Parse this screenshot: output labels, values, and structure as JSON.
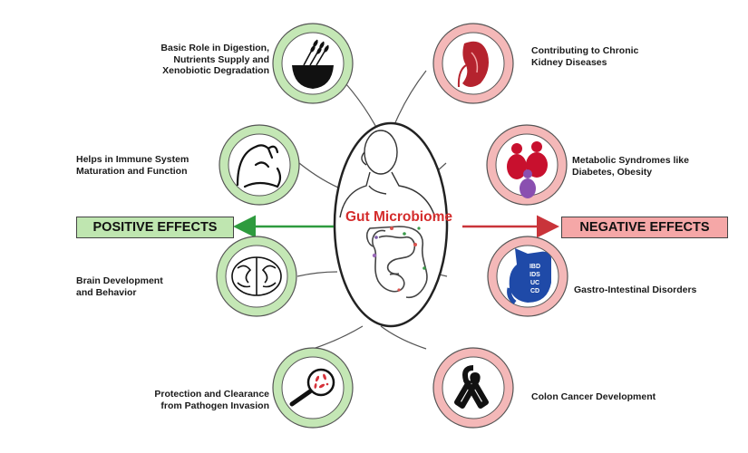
{
  "title": "Gut Microbiome",
  "positive": {
    "heading": "POSITIVE EFFECTS",
    "color": "#2e9b3e",
    "items": [
      {
        "label": "Basic Role in Digestion,\nNutrients Supply and\nXenobiotic Degradation",
        "icon": "wheat-bowl-icon"
      },
      {
        "label": "Helps in Immune System\nMaturation and Function",
        "icon": "flexed-arm-icon"
      },
      {
        "label": "Brain Development\nand Behavior",
        "icon": "brain-icon"
      },
      {
        "label": "Protection and Clearance\nfrom Pathogen Invasion",
        "icon": "magnifier-bacteria-icon"
      }
    ]
  },
  "negative": {
    "heading": "NEGATIVE EFFECTS",
    "color": "#c9343a",
    "items": [
      {
        "label": "Contributing to Chronic\nKidney Diseases",
        "icon": "kidney-icon"
      },
      {
        "label": "Metabolic Syndromes like\nDiabetes, Obesity",
        "icon": "obese-people-icon"
      },
      {
        "label": "Gastro-Intestinal Disorders",
        "icon": "stomach-icon",
        "badges": [
          "IBD",
          "IDS",
          "UC",
          "CD"
        ]
      },
      {
        "label": "Colon Cancer Development",
        "icon": "cancer-ribbon-icon"
      }
    ]
  }
}
